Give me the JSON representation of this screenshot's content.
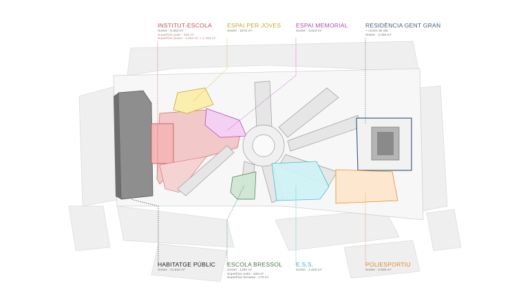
{
  "labels": {
    "institut": {
      "title": "INSTITUT-ESCOLA",
      "lines": [
        "Sostre : 5.463 m²",
        "Superfície patis : 335 m²",
        "Superfície pistes : 1.692 m²  + 1.789 m²"
      ],
      "color": "#c4504f"
    },
    "joves": {
      "title": "ESPAI PER JOVES",
      "lines": [
        "Sostre : 1575 m²"
      ],
      "color": "#c9a62a"
    },
    "memorial": {
      "title": "ESPAI MEMORIAL",
      "lines": [
        "Sostre : 3.022 m²"
      ],
      "color": "#b24ab4"
    },
    "residencia": {
      "title": "RESIDÈNCIA GENT GRAN",
      "lines": [
        "+ centre de dia",
        "Sostre : 4.256 m²"
      ],
      "color": "#44607f"
    },
    "habitatge": {
      "title": "HABITATGE PÚBLIC",
      "lines": [
        "Sostre : 11.542 m²"
      ],
      "color": "#222222"
    },
    "bressol": {
      "title": "ESCOLA BRESSOL",
      "lines": [
        "Sostre : 1250 m²",
        "Superfície patis : 326 m²",
        "Superfície terrassa : 173 m²"
      ],
      "color": "#3f7a4c"
    },
    "ess": {
      "title": "E.S.S.",
      "lines": [
        "Sostre : 1.620 m²"
      ],
      "color": "#2fb8c9"
    },
    "poliesportiu": {
      "title": "POLIESPORTIU",
      "lines": [
        "Sostre : 2.565 m²"
      ],
      "color": "#e08a2b"
    }
  }
}
